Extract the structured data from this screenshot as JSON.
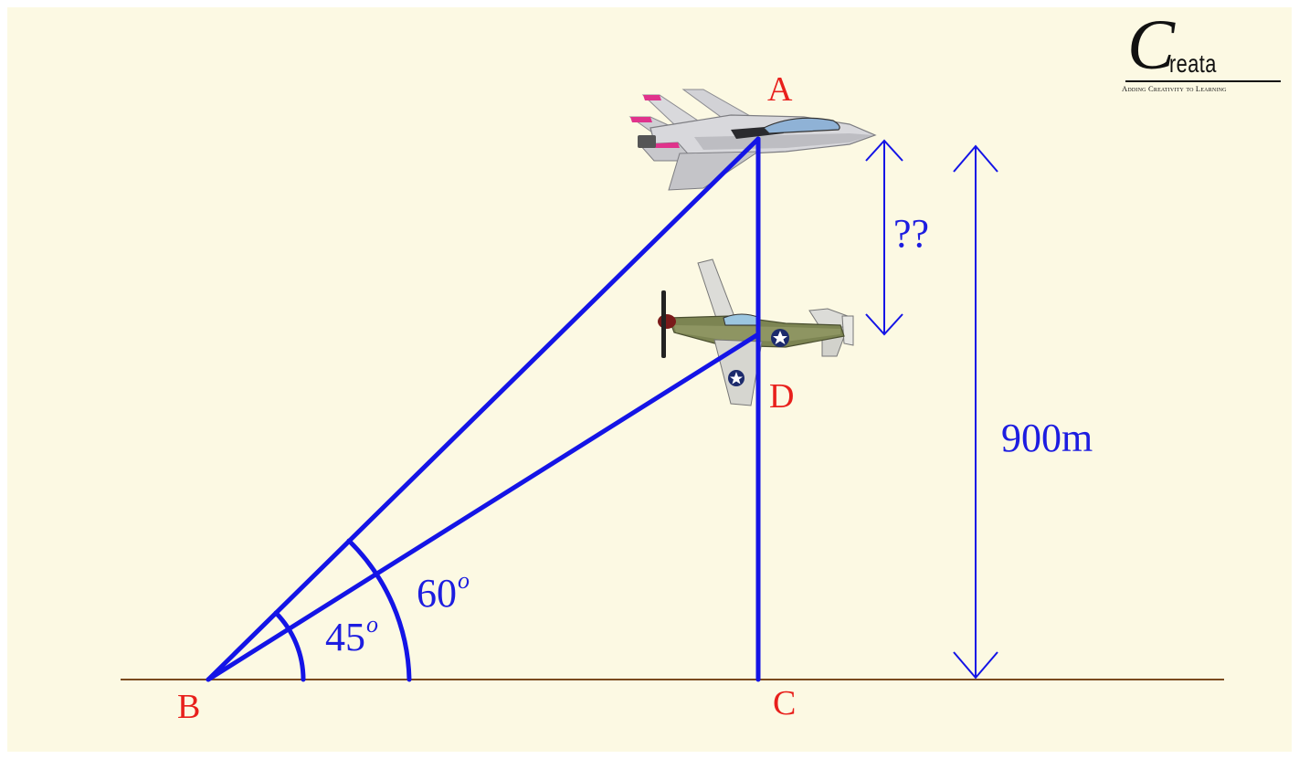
{
  "points": {
    "A": "A",
    "B": "B",
    "C": "C",
    "D": "D"
  },
  "labels": {
    "unknown_height": "??",
    "total_height": "900m",
    "angle_large": "60",
    "angle_small": "45",
    "degree_mark": "o"
  },
  "logo": {
    "letter": "C",
    "word": "reata",
    "tagline": "Adding Creativity to Learning"
  },
  "colors": {
    "background": "#fcf9e3",
    "lines": "#1414e6",
    "ground": "#7a4a1e",
    "point_labels": "#e8201c",
    "measure_text": "#1d1de0"
  },
  "icons": [
    "fighter-jet-icon",
    "propeller-plane-icon"
  ]
}
